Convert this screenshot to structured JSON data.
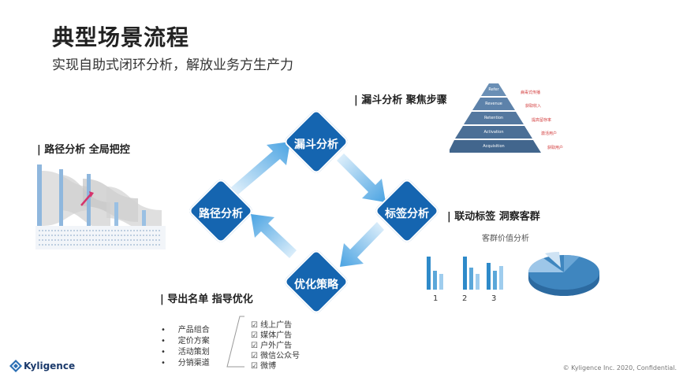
{
  "slide": {
    "title": "典型场景流程",
    "subtitle": "实现自助式闭环分析，解放业务方生产力"
  },
  "sections": {
    "funnel": "| 漏斗分析  聚焦步骤",
    "path": "| 路径分析  全局把控",
    "tag": "| 联动标签  洞察客群",
    "export": "| 导出名单  指导优化"
  },
  "cycle": {
    "nodes": [
      "漏斗分析",
      "标签分析",
      "优化策略",
      "路径分析"
    ],
    "color": "#1565b0",
    "arrow_color": "#7fbde8"
  },
  "pyramid": {
    "levels": [
      {
        "name": "Refer",
        "desc": "病毒式传播"
      },
      {
        "name": "Revenue",
        "desc": "获取收入"
      },
      {
        "name": "Retention",
        "desc": "提高留存率"
      },
      {
        "name": "Activation",
        "desc": "激活用户"
      },
      {
        "name": "Acquisition",
        "desc": "获取用户"
      }
    ]
  },
  "segment": {
    "title": "客群价值分析",
    "bar_categories": [
      "1",
      "2",
      "3"
    ]
  },
  "export_list": {
    "bullets": [
      "产品组合",
      "定价方案",
      "活动策划",
      "分销渠道"
    ],
    "channels": [
      "☑ 线上广告",
      "☑ 媒体广告",
      "☑ 户外广告",
      "☑ 微信公众号",
      "☑ 微博"
    ]
  },
  "footer": {
    "logo": "Kyligence",
    "copyright": "© Kyligence Inc. 2020, Confidential."
  }
}
